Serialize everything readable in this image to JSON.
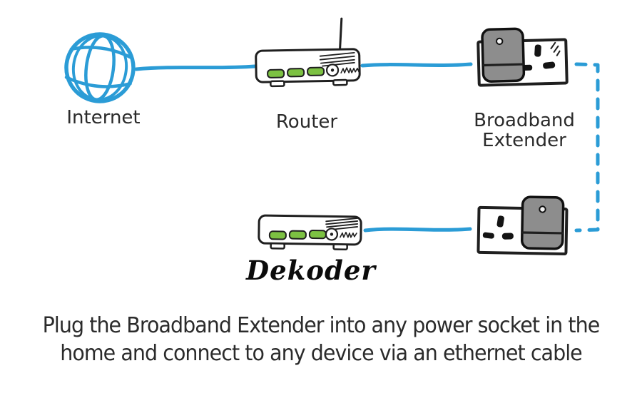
{
  "diagram": {
    "nodes": {
      "internet": {
        "label": "Internet",
        "icon": "internet-globe-icon"
      },
      "router": {
        "label": "Router",
        "icon": "router-icon"
      },
      "broadband_extender": {
        "label_line1": "Broadband",
        "label_line2": "Extender",
        "icon": "power-socket-extender-icon"
      },
      "dekoder": {
        "label": "Dekoder",
        "icon": "set-top-box-icon"
      }
    },
    "connections": [
      {
        "from": "Internet",
        "to": "Router",
        "style": "solid"
      },
      {
        "from": "Router",
        "to": "Broadband Extender",
        "style": "solid"
      },
      {
        "from": "Broadband Extender",
        "to": "second wall socket",
        "style": "dashed"
      },
      {
        "from": "second wall socket extender",
        "to": "Dekoder",
        "style": "solid"
      }
    ],
    "caption": {
      "line1": "Plug the Broadband Extender into any power socket in the",
      "line2": "home and connect to any device via an ethernet cable"
    },
    "colors": {
      "cable_blue": "#2B9CD6",
      "led_green": "#7CC142",
      "device_grey": "#8D8D8D",
      "ink": "#1F1F1F",
      "text": "#2B2B2B"
    }
  }
}
